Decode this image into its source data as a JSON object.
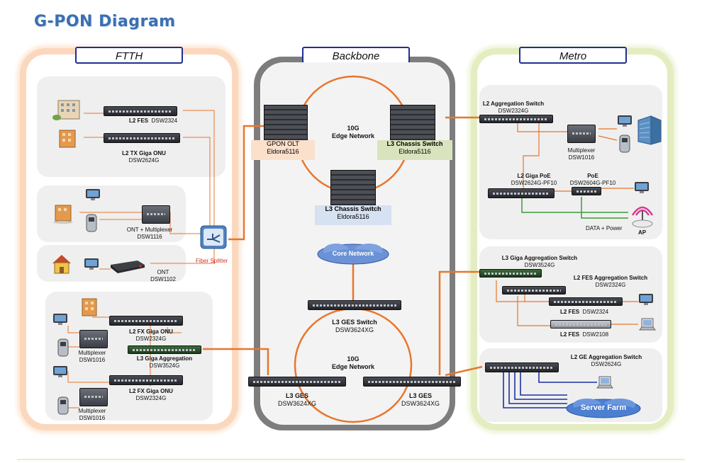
{
  "title": "G-PON Diagram",
  "zones": {
    "ftth": "FTTH",
    "backbone": "Backbone",
    "metro": "Metro"
  },
  "ftth": {
    "l2fes": {
      "name": "L2 FES",
      "model": "DSW2324"
    },
    "l2tx": {
      "name": "L2 TX Giga ONU",
      "model": "DSW2624G"
    },
    "ont_mux": {
      "name": "ONT + Multiplexer",
      "model": "DSW1116"
    },
    "fiber_splitter": "Fiber Splitter",
    "ont": {
      "name": "ONT",
      "model": "DSW1102"
    },
    "l2fx_a": {
      "name": "L2 FX Giga ONU",
      "model": "DSW2324G"
    },
    "mux_a": {
      "name": "Multiplexer",
      "model": "DSW1016"
    },
    "l3_giga_agg": {
      "name": "L3 Giga Aggregation",
      "model": "DSW3524G"
    },
    "l2fx_b": {
      "name": "L2 FX Giga ONU",
      "model": "DSW2324G"
    },
    "mux_b": {
      "name": "Multiplexer",
      "model": "DSW1016"
    }
  },
  "backbone": {
    "ring_top": {
      "line1": "10G",
      "line2": "Edge Network"
    },
    "gpon_olt": {
      "name": "GPON OLT",
      "model": "Eldora5116"
    },
    "l3_chassis_right": {
      "name": "L3 Chassis Switch",
      "model": "Eldora5116"
    },
    "l3_chassis_mid": {
      "name": "L3 Chassis Switch",
      "model": "Eldora5116"
    },
    "core": "Core Network",
    "l3_ges_switch": {
      "name": "L3 GES Switch",
      "model": "DSW3624XG"
    },
    "ring_bottom": {
      "line1": "10G",
      "line2": "Edge Network"
    },
    "l3_ges_left": {
      "name": "L3 GES",
      "model": "DSW3624XG"
    },
    "l3_ges_right": {
      "name": "L3 GES",
      "model": "DSW3624XG"
    }
  },
  "metro": {
    "l2_agg": {
      "name": "L2 Aggregation Switch",
      "model": "DSW2324G"
    },
    "mux": {
      "name": "Multiplexer",
      "model": "DSW1016"
    },
    "l2_giga_poe": {
      "name": "L2 Giga PoE",
      "model": "DSW2624G-PF10"
    },
    "poe": {
      "name": "PoE",
      "model": "DSW2604G-PF10"
    },
    "data_power": "DATA + Power",
    "ap": "AP",
    "l3_giga_agg": {
      "name": "L3 Giga Aggregation Switch",
      "model": "DSW3524G"
    },
    "l2_fes_agg": {
      "name": "L2 FES Aggregation Switch",
      "model": "DSW2324G"
    },
    "l2_fes_a": {
      "name": "L2 FES",
      "model": "DSW2324"
    },
    "l2_fes_b": {
      "name": "L2 FES",
      "model": "DSW2108"
    },
    "l2_ge_agg": {
      "name": "L2 GE Aggregation Switch",
      "model": "DSW2624G"
    },
    "server_farm": "Server Farm"
  },
  "colors": {
    "link_orange": "#e8762c",
    "link_green": "#3a9b3a",
    "link_blue": "#1f2fa3",
    "title_blue": "#3a6fb3"
  }
}
